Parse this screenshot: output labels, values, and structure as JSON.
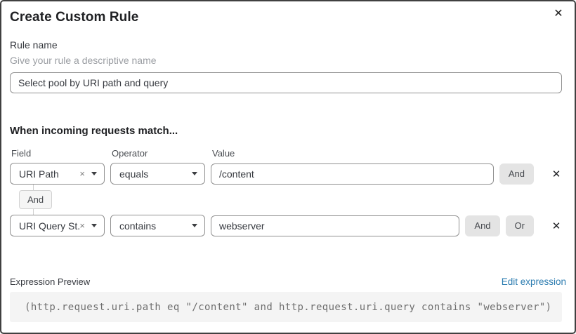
{
  "dialog": {
    "title": "Create Custom Rule"
  },
  "icons": {
    "close_glyph": "✕",
    "clear_glyph": "×",
    "delete_glyph": "✕"
  },
  "rule_name": {
    "label": "Rule name",
    "helper": "Give your rule a descriptive name",
    "value": "Select pool by URI path and query"
  },
  "matcher": {
    "heading": "When incoming requests match...",
    "columns": {
      "field": "Field",
      "operator": "Operator",
      "value": "Value"
    },
    "connector_label": "And",
    "rows": [
      {
        "field": "URI Path",
        "operator": "equals",
        "value": "/content",
        "buttons": [
          "And"
        ]
      },
      {
        "field": "URI Query St...",
        "operator": "contains",
        "value": "webserver",
        "buttons": [
          "And",
          "Or"
        ]
      }
    ]
  },
  "expression": {
    "label": "Expression Preview",
    "edit_link": "Edit expression",
    "code": "(http.request.uri.path eq \"/content\" and http.request.uri.query contains \"webserver\")"
  },
  "colors": {
    "link_blue": "#2c7cb0",
    "button_gray": "#e4e4e4",
    "input_border": "#919191",
    "code_bg": "#f4f4f4"
  }
}
